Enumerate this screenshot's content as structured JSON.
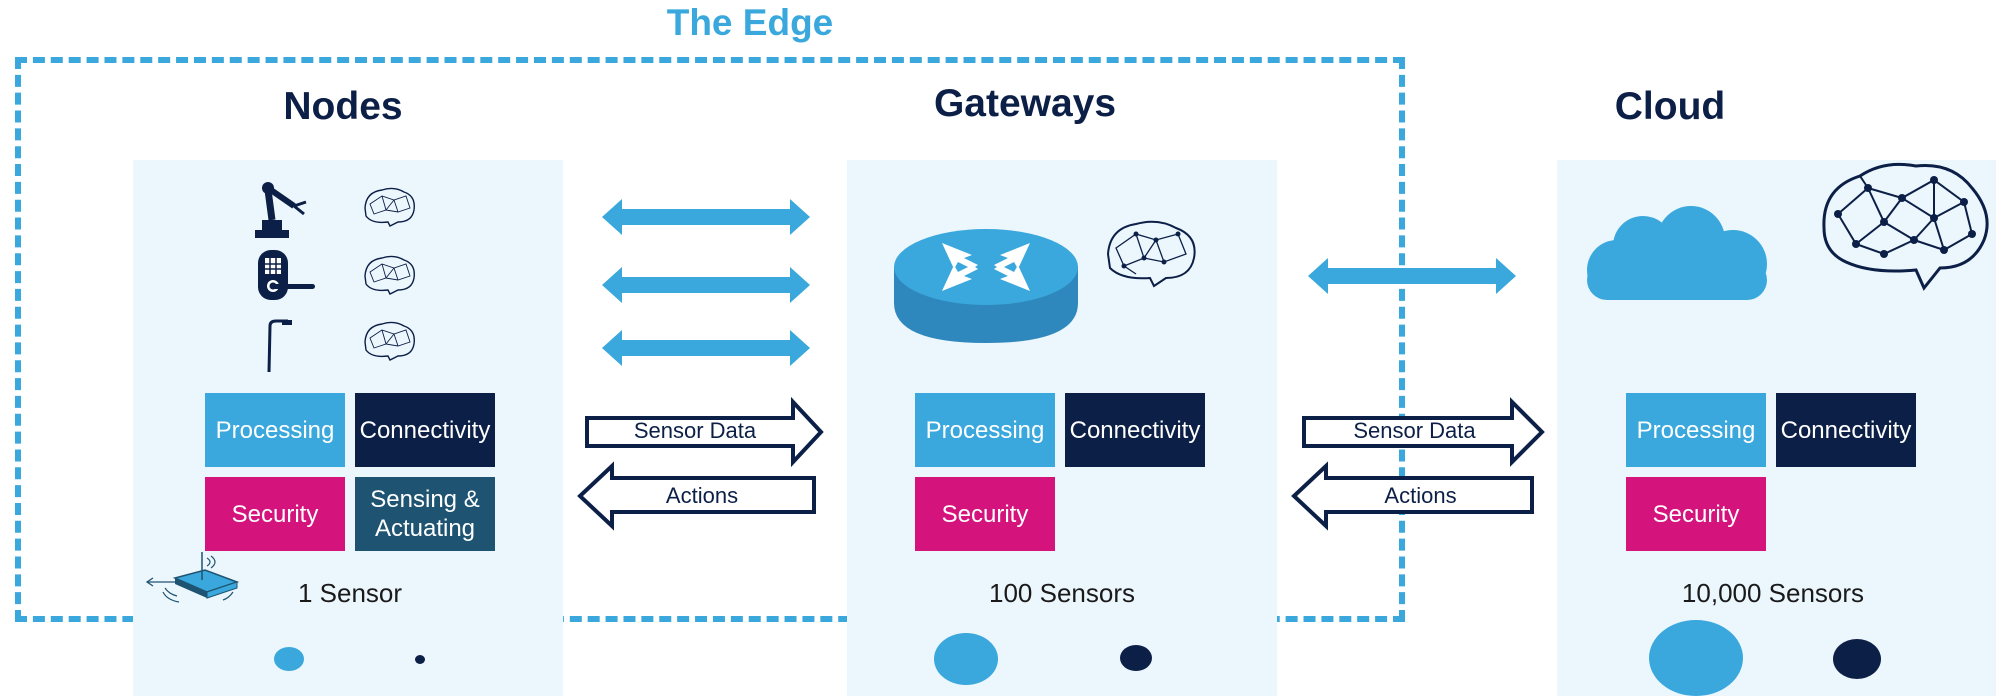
{
  "edge": {
    "title": "The Edge"
  },
  "columns": {
    "nodes": {
      "title": "Nodes",
      "tiles": {
        "processing": "Processing",
        "connectivity": "Connectivity",
        "security": "Security",
        "sensing": "Sensing & Actuating"
      },
      "count": "1 Sensor"
    },
    "gateways": {
      "title": "Gateways",
      "tiles": {
        "processing": "Processing",
        "connectivity": "Connectivity",
        "security": "Security"
      },
      "count": "100 Sensors"
    },
    "cloud": {
      "title": "Cloud",
      "tiles": {
        "processing": "Processing",
        "connectivity": "Connectivity",
        "security": "Security"
      },
      "count": "10,000 Sensors"
    }
  },
  "flows": {
    "nodes_gateways": {
      "sensor_data": "Sensor Data",
      "actions": "Actions"
    },
    "gateways_cloud": {
      "sensor_data": "Sensor Data",
      "actions": "Actions"
    }
  },
  "colors": {
    "light_blue": "#3aa8dc",
    "navy": "#0c1f47",
    "magenta": "#d5137d",
    "teal": "#1e5472",
    "panel": "#ecf6fd"
  },
  "icons": [
    "robot-arm-icon",
    "door-lock-icon",
    "street-lamp-icon",
    "brain-network-icon",
    "router-icon",
    "cloud-icon",
    "sensor-chip-icon"
  ]
}
